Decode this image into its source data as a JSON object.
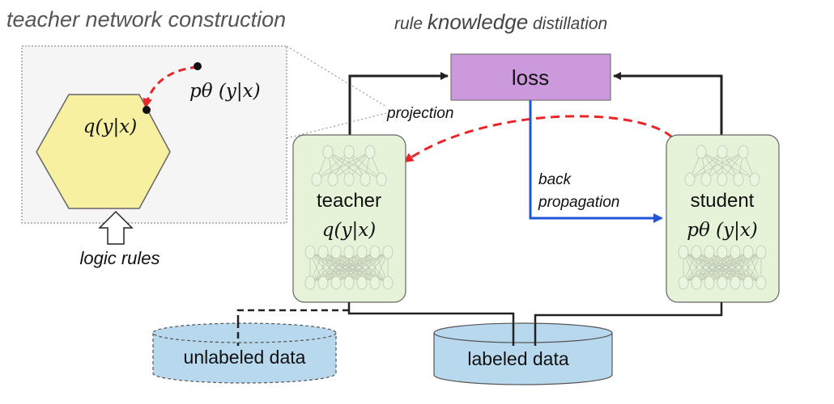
{
  "titles": {
    "left": "teacher network construction",
    "right_prefix": "rule ",
    "right_main": "knowledge",
    "right_suffix": " distillation"
  },
  "inset": {
    "q_label": "q(y|x)",
    "p_label": "pθ (y|x)",
    "logic_rules": "logic rules"
  },
  "loss": {
    "label": "loss",
    "fill": "#cc99dd"
  },
  "projection": "projection",
  "back_prop": {
    "line1": "back",
    "line2": "propagation"
  },
  "teacher": {
    "name": "teacher",
    "formula": "q(y|x)"
  },
  "student": {
    "name": "student",
    "formula": "pθ (y|x)"
  },
  "data": {
    "unlabeled": "unlabeled data",
    "labeled": "labeled data"
  },
  "colors": {
    "hexagon": "#f6f0a0",
    "network_box": "#e6f3d8",
    "database": "#b8d8ee",
    "red_arrow": "#e8262a",
    "blue_arrow": "#1f55d6"
  }
}
